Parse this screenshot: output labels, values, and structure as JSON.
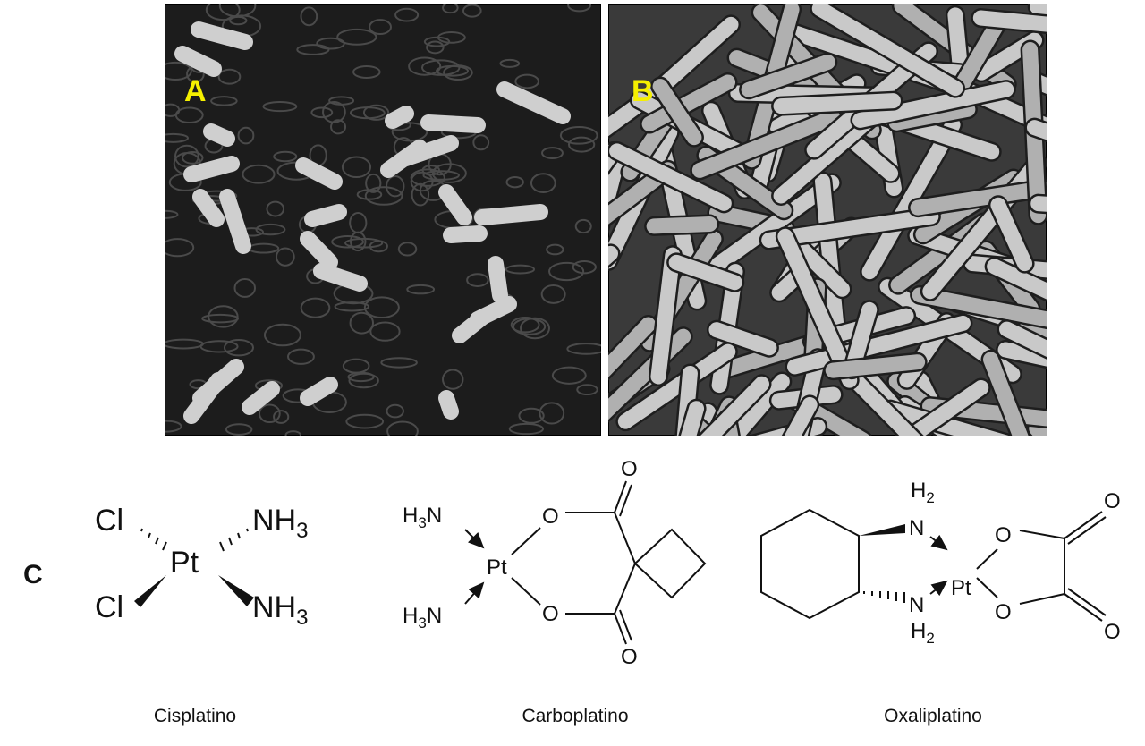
{
  "panels": {
    "a_label": "A",
    "b_label": "B",
    "c_label": "C",
    "label_color": "#f5f000"
  },
  "cisplatin": {
    "name": "Cisplatino",
    "pt": "Pt",
    "cl_top": "Cl",
    "cl_bottom": "Cl",
    "nh3_top": {
      "main": "NH",
      "sub": "3"
    },
    "nh3_bottom": {
      "main": "NH",
      "sub": "3"
    }
  },
  "carboplatin": {
    "name": "Carboplatino",
    "pt": "Pt",
    "h3n_top": {
      "pre": "H",
      "sub": "3",
      "post": "N"
    },
    "h3n_bottom": {
      "pre": "H",
      "sub": "3",
      "post": "N"
    },
    "o_ring_top": "O",
    "o_ring_bottom": "O",
    "o_carbonyl_top": "O",
    "o_carbonyl_bottom": "O"
  },
  "oxaliplatin": {
    "name": "Oxaliplatino",
    "pt": "Pt",
    "n_top": "N",
    "n_bottom": "N",
    "h2_top": {
      "main": "H",
      "sub": "2"
    },
    "h2_bottom": {
      "main": "H",
      "sub": "2"
    },
    "o_ring_top": "O",
    "o_ring_bottom": "O",
    "o_carbonyl_top": "O",
    "o_carbonyl_bottom": "O"
  }
}
